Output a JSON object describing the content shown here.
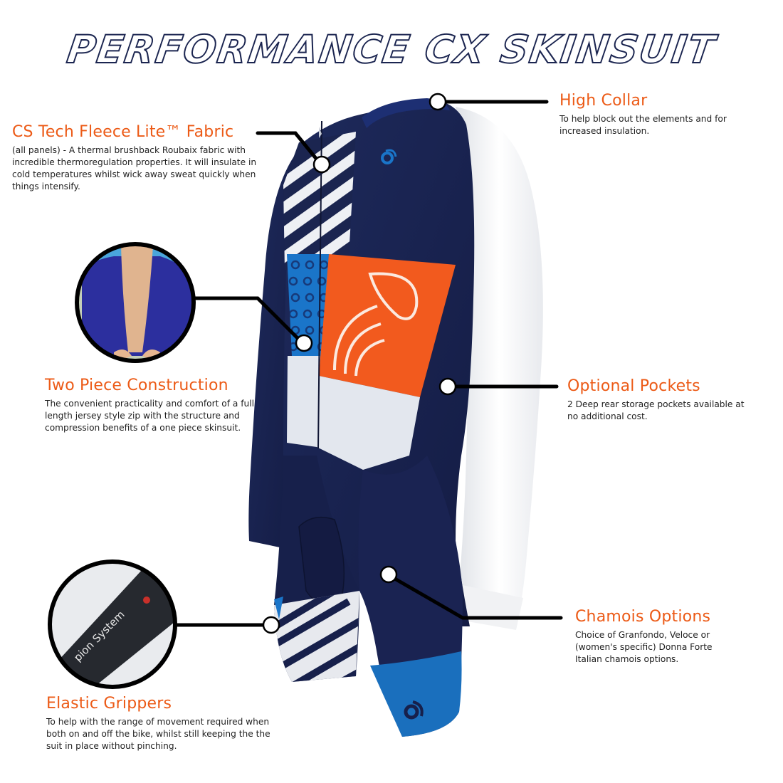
{
  "title": "PERFORMANCE CX SKINSUIT",
  "colors": {
    "heading_orange": "#ec5a16",
    "navy": "#1b2550",
    "royal_blue": "#1a6fbd",
    "panel_orange": "#f25a1e",
    "light_panel": "#e4e8ef",
    "connector": "#000000"
  },
  "callouts": {
    "fabric": {
      "heading": "CS Tech Fleece Lite™ Fabric",
      "body": "(all panels) - A thermal brushback Roubaix fabric with incredible thermoregulation properties. It will insulate in cold temperatures whilst wick away sweat quickly when things intensify."
    },
    "collar": {
      "heading": "High Collar",
      "body": "To help block out the elements and for increased insulation."
    },
    "two_piece": {
      "heading": "Two Piece Construction",
      "body": "The convenient practicality and comfort of a full length jersey style zip with the structure and compression benefits of a one piece skinsuit."
    },
    "pockets": {
      "heading": "Optional Pockets",
      "body": "2 Deep rear storage pockets available at no additional cost."
    },
    "chamois": {
      "heading": "Chamois Options",
      "body": "Choice of Granfondo, Veloce or (women's specific) Donna Forte Italian chamois options."
    },
    "grippers": {
      "heading": "Elastic Grippers",
      "body": "To help with the range of movement required when both on and off the bike, whilst still keeping the the suit in place without pinching."
    }
  },
  "insets": {
    "gripper_band_text": "pion System"
  }
}
